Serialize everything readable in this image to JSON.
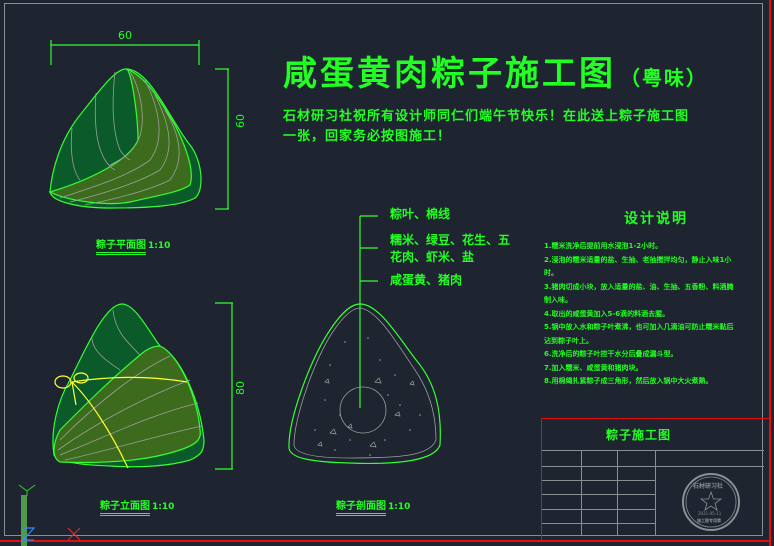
{
  "drawing": {
    "title": "咸蛋黄肉粽子施工图",
    "title_suffix": "（粤味）",
    "greeting_line1": "石材研习社祝所有设计师同仁们端午节快乐！在此送上粽子施工图",
    "greeting_line2": "一张，回家务必按图施工！"
  },
  "views": {
    "plan": {
      "caption": "粽子平面图",
      "scale": "1:10",
      "dim_width": "60",
      "dim_height": "60"
    },
    "elevation": {
      "caption": "粽子立面图",
      "scale": "1:10",
      "dim_height": "80"
    },
    "section": {
      "caption": "粽子剖面图",
      "scale": "1:10"
    }
  },
  "section_labels": [
    {
      "text": "粽叶、棉线"
    },
    {
      "text": "糯米、绿豆、花生、五"
    },
    {
      "text": "花肉、虾米、盐"
    },
    {
      "text": "咸蛋黄、猪肉"
    }
  ],
  "notes": {
    "title": "设计说明",
    "items": [
      "1.糯米洗净后提前用水浸泡1-2小时。",
      "2.浸泡的糯米适量的盐、生抽、老抽搅拌均匀，静止入味1小",
      "时。",
      "3.猪肉切成小块，放入适量的盐、油、生抽、五香粉、料酒腌",
      "制入味。",
      "4.取出的咸蛋黄加入5-6滴的料酒去腥。",
      "5.锅中放入水和粽子叶煮沸，也可加入几滴油可防止糯米黏后",
      "沾到粽子叶上。",
      "6.洗净后的粽子叶控干水分后叠成漏斗型。",
      "7.加入糯米、咸蛋黄和猪肉块。",
      "8.用棉绳扎紧粽子成三角形，然后放入锅中大火煮熟。"
    ]
  },
  "title_block": {
    "name": "粽子施工图",
    "stamp_top": "石材研习社",
    "stamp_date": "2021-05-11",
    "stamp_bottom": "施工图专用章"
  },
  "colors": {
    "background": "#1e2430",
    "line_green": "#33ff33",
    "fill_dark_green": "#0b5a2a",
    "fill_olive": "#3d6b1e",
    "string_yellow": "#ffff33",
    "frame_red": "#e01010",
    "frame_gray": "#8a8f93"
  }
}
